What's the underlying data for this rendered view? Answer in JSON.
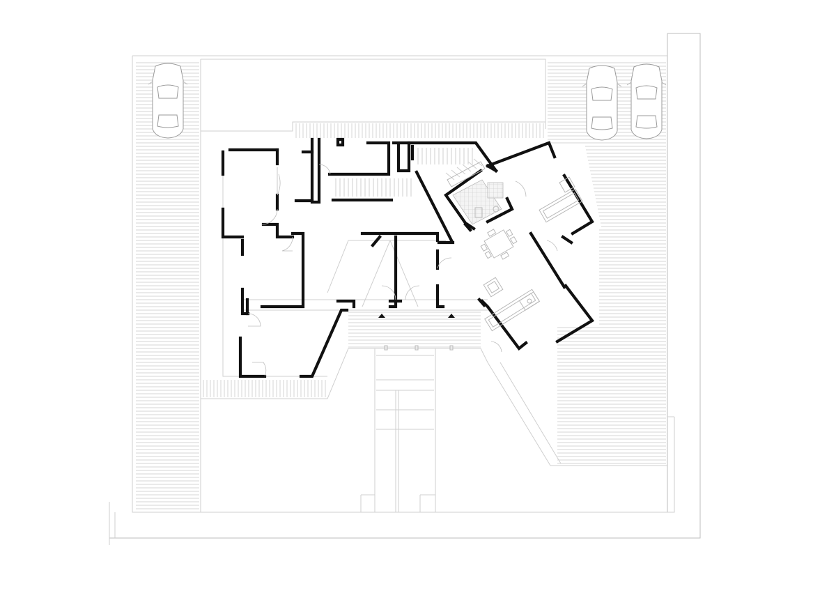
{
  "drawing": {
    "kind": "architectural floor plan",
    "entrance_markers": 2,
    "cars_shown": 3,
    "colors": {
      "background": "#ffffff",
      "walls": "#111111",
      "linework": "#cfcfcf"
    }
  }
}
